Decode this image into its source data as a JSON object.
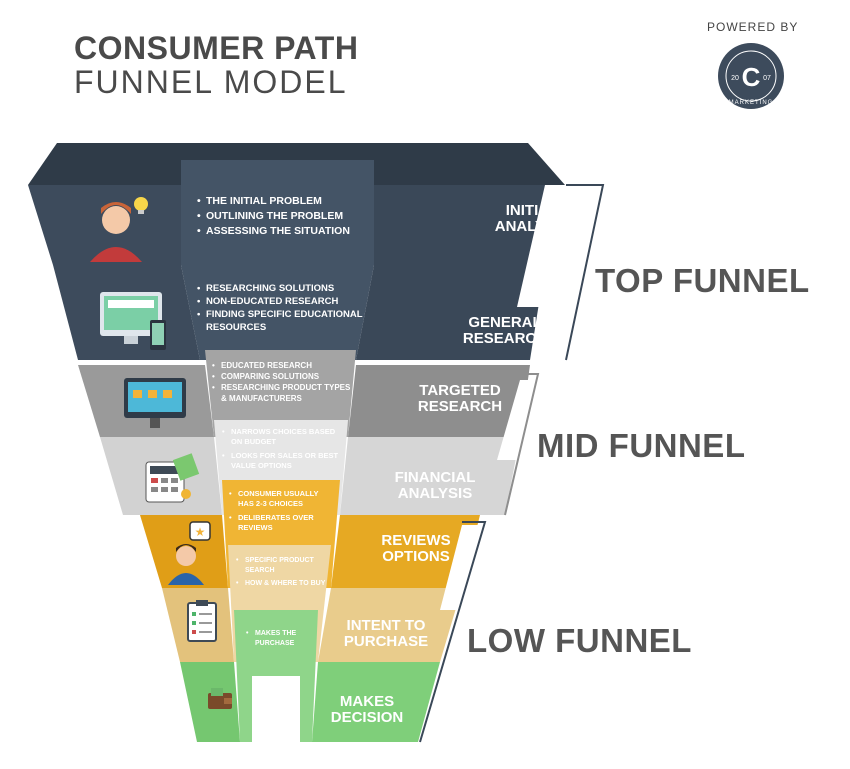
{
  "title": {
    "line1": "CONSUMER PATH",
    "line2": "FUNNEL MODEL"
  },
  "logo": {
    "powered_by": "POWERED BY",
    "year_left": "20",
    "year_right": "07",
    "ring_text": "MARKETING"
  },
  "stages": [
    {
      "label": "INITIAL ANALYSIS",
      "bullets": [
        "THE INITIAL PROBLEM",
        "OUTLINING THE PROBLEM",
        "ASSESSING THE SITUATION"
      ],
      "icon": "person-lightbulb-icon",
      "color": "#3d4b5c"
    },
    {
      "label": "GENERAL RESEARCH",
      "bullets": [
        "RESEARCHING SOLUTIONS",
        "NON-EDUCATED RESEARCH",
        "FINDING SPECIFIC EDUCATIONAL RESOURCES"
      ],
      "icon": "computer-phone-icon",
      "color": "#3d4b5c"
    },
    {
      "label": "TARGETED RESEARCH",
      "bullets": [
        "EDUCATED RESEARCH",
        "COMPARING SOLUTIONS",
        "RESEARCHING PRODUCT TYPES & MANUFACTURERS"
      ],
      "icon": "computer-boxes-icon",
      "color": "#8e8e8e"
    },
    {
      "label": "FINANCIAL ANALYSIS",
      "bullets": [
        "NARROWS CHOICES BASED ON BUDGET",
        "LOOKS FOR SALES OR BEST VALUE OPTIONS"
      ],
      "icon": "calculator-money-icon",
      "color": "#d6d6d6"
    },
    {
      "label": "REVIEWS OPTIONS",
      "bullets": [
        "CONSUMER USUALLY HAS 2-3 CHOICES",
        "DELIBERATES OVER REVIEWS"
      ],
      "icon": "person-star-icon",
      "color": "#e6a923"
    },
    {
      "label": "INTENT TO PURCHASE",
      "bullets": [
        "SPECIFIC PRODUCT SEARCH",
        "HOW & WHERE TO BUY"
      ],
      "icon": "clipboard-checklist-icon",
      "color": "#e9cc8c"
    },
    {
      "label": "MAKES DECISION",
      "bullets": [
        "MAKES THE PURCHASE"
      ],
      "icon": "wallet-icon",
      "color": "#7fcf7a"
    }
  ],
  "sections": [
    {
      "label": "TOP FUNNEL"
    },
    {
      "label": "MID FUNNEL"
    },
    {
      "label": "LOW FUNNEL"
    }
  ]
}
